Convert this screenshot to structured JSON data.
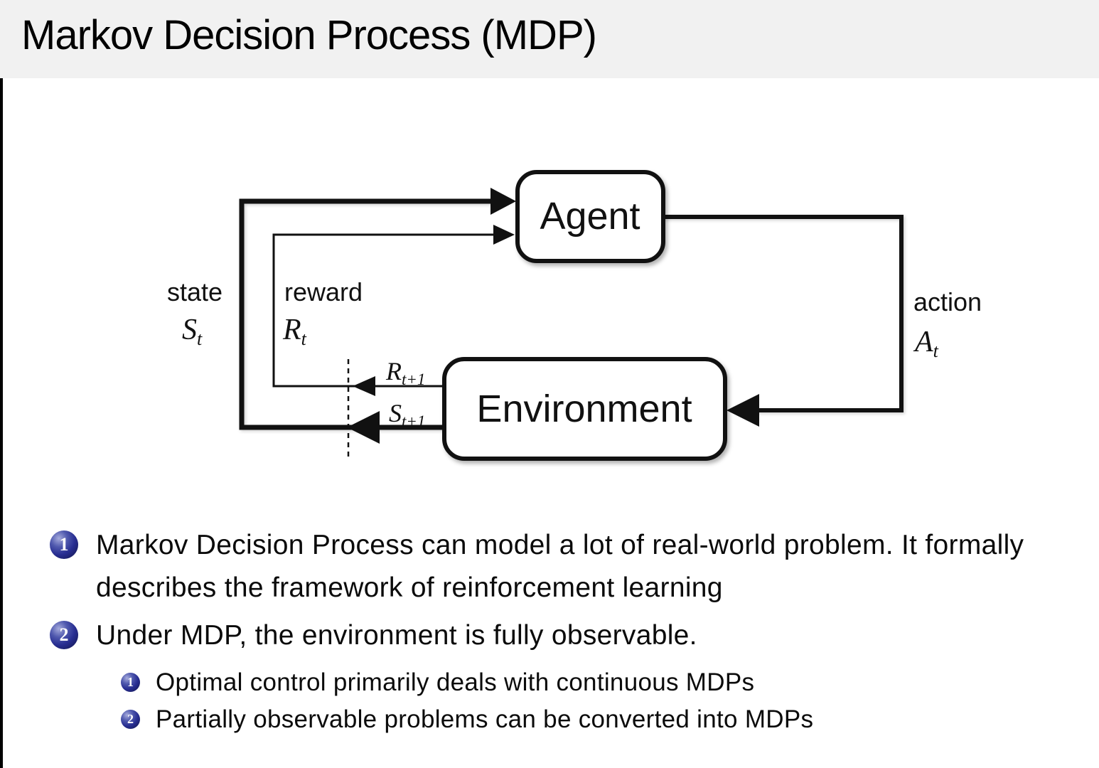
{
  "slide": {
    "title": "Markov Decision Process (MDP)"
  },
  "diagram": {
    "agent_label": "Agent",
    "environment_label": "Environment",
    "state_label": "state",
    "state_symbol": {
      "base": "S",
      "sub": "t"
    },
    "reward_label": "reward",
    "reward_symbol": {
      "base": "R",
      "sub": "t"
    },
    "action_label": "action",
    "action_symbol": {
      "base": "A",
      "sub": "t"
    },
    "next_reward_symbol": {
      "base": "R",
      "sub": "t+1"
    },
    "next_state_symbol": {
      "base": "S",
      "sub": "t+1"
    }
  },
  "bullets": [
    {
      "number": "1",
      "text": "Markov Decision Process can model a lot of real-world problem. It formally describes the framework of reinforcement learning",
      "sub": []
    },
    {
      "number": "2",
      "text": "Under MDP, the environment is fully observable.",
      "sub": [
        {
          "number": "1",
          "text": "Optimal control primarily deals with continuous MDPs"
        },
        {
          "number": "2",
          "text": "Partially observable problems can be converted into MDPs"
        }
      ]
    }
  ],
  "colors": {
    "title_bar_bg": "#f1f1f1",
    "slide_bg": "#ffffff",
    "text": "#0b0b0b",
    "enumerate_ball": "#272d91",
    "diagram_stroke": "#111111"
  }
}
